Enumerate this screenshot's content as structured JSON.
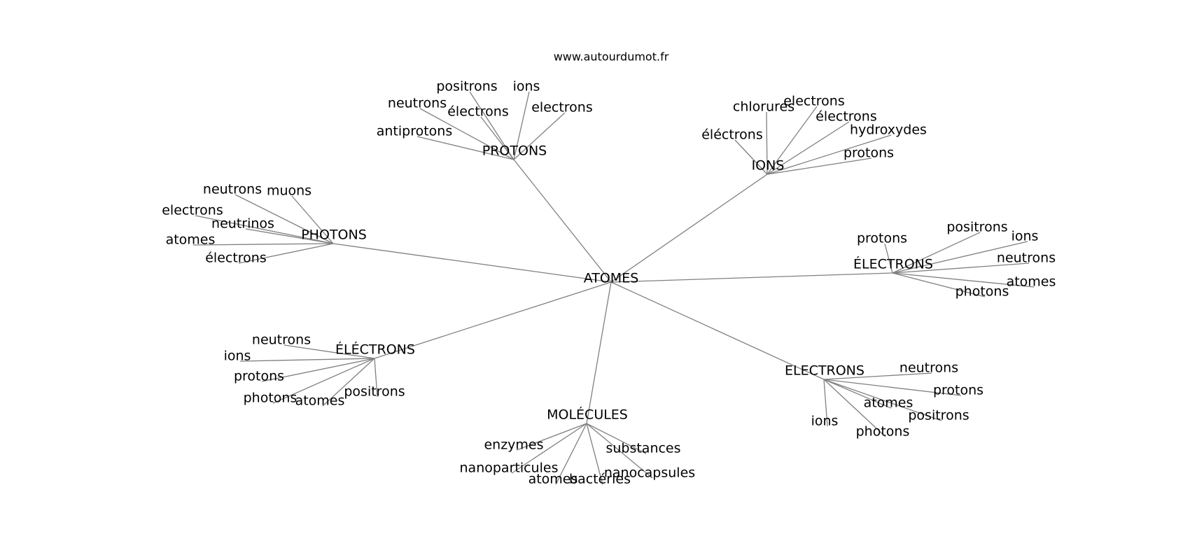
{
  "source": "www.autourdumot.fr",
  "edge_color": "#808080",
  "center": "ATOMES",
  "groups": [
    {
      "label": "PROTONS",
      "children": [
        "positrons",
        "ions",
        "neutrons",
        "électrons",
        "electrons",
        "antiprotons"
      ]
    },
    {
      "label": "IONS",
      "children": [
        "chlorures",
        "electrons",
        "électrons",
        "éléctrons",
        "hydroxydes",
        "protons"
      ]
    },
    {
      "label": "PHOTONS",
      "children": [
        "neutrons",
        "muons",
        "electrons",
        "neutrinos",
        "atomes",
        "électrons"
      ]
    },
    {
      "label": "ÉLECTRONS",
      "children": [
        "protons",
        "positrons",
        "ions",
        "neutrons",
        "atomes",
        "photons"
      ]
    },
    {
      "label": "ÉLÉCTRONS",
      "children": [
        "neutrons",
        "ions",
        "protons",
        "photons",
        "atomes",
        "positrons"
      ]
    },
    {
      "label": "ELECTRONS",
      "children": [
        "neutrons",
        "protons",
        "atomes",
        "positrons",
        "ions",
        "photons"
      ]
    },
    {
      "label": "MOLÉCULES",
      "children": [
        "enzymes",
        "substances",
        "nanoparticules",
        "atomes",
        "bactéries",
        "nanocapsules"
      ]
    }
  ]
}
